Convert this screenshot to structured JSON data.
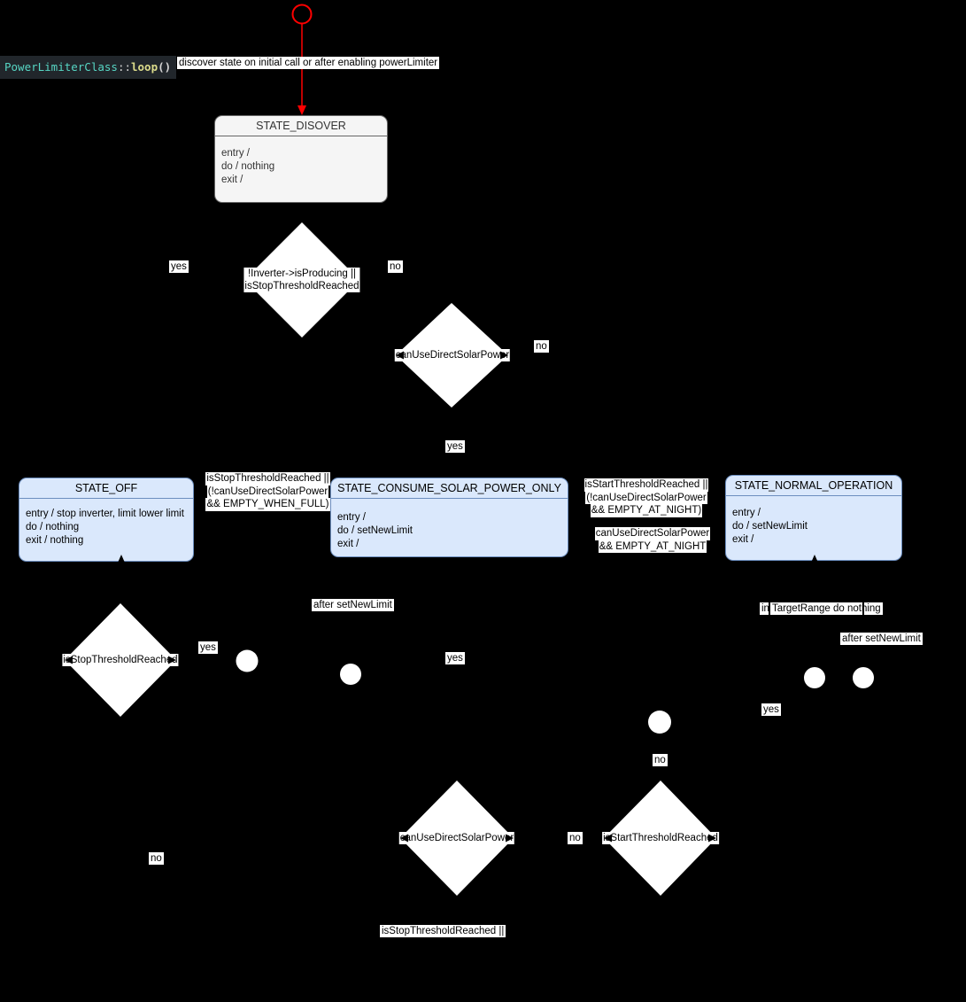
{
  "diagram_title": {
    "class_name": "PowerLimiterClass",
    "scope_operator": "::",
    "method_name": "loop",
    "parentheses": "()"
  },
  "states": [
    {
      "title": "STATE_DISOVER",
      "body": [
        "entry /",
        "do / nothing",
        "exit /"
      ]
    },
    {
      "title": "STATE_OFF",
      "body": [
        "entry / stop inverter, limit lower limit",
        "do / nothing",
        "exit / nothing"
      ]
    },
    {
      "title": "STATE_CONSUME_SOLAR_POWER_ONLY",
      "body": [
        "entry /",
        "do / setNewLimit",
        "exit /"
      ]
    },
    {
      "title": "STATE_NORMAL_OPERATION",
      "body": [
        "entry /",
        "do / setNewLimit",
        "exit /"
      ]
    }
  ],
  "decisions": [
    {
      "lines": [
        "!Inverter->isProducing ||",
        "isStopThresholdReached"
      ]
    },
    {
      "lines": [
        "canUseDirectSolarPower"
      ]
    },
    {
      "lines": [
        "isStopThresholdReached"
      ]
    },
    {
      "lines": [
        "canUseDirectSolarPower"
      ]
    },
    {
      "lines": [
        "isStartThresholdReached"
      ]
    }
  ],
  "edge_labels": {
    "initial": "discover state on initial call or after enabling powerLimiter",
    "yes": "yes",
    "no": "no",
    "consume_to_off": [
      "isStopThresholdReached ||",
      "(!canUseDirectSolarPower",
      "&& EMPTY_WHEN_FULL)"
    ],
    "normal_to_consume": [
      "isStartThresholdReached ||",
      "(!canUseDirectSolarPower",
      "&& EMPTY_AT_NIGHT)"
    ],
    "consume_to_normal": [
      "canUseDirectSolarPower",
      "&& EMPTY_AT_NIGHT"
    ],
    "after_set_new_limit": "after setNewLimit",
    "in_target_range": "in TargetRange do nothing",
    "bottom_condition": "isStopThresholdReached ||"
  },
  "colors": {
    "background": "#000000",
    "initial_transition": "#ff0000",
    "state_gray_fill": "#f5f5f5",
    "state_gray_border": "#666666",
    "state_blue_fill": "#dae8fc",
    "state_blue_border": "#6c8ebf",
    "label_background": "#ffffff",
    "code_label_background": "#21262b",
    "code_class_color": "#57d6c4",
    "code_method_color": "#dcdc8b"
  }
}
